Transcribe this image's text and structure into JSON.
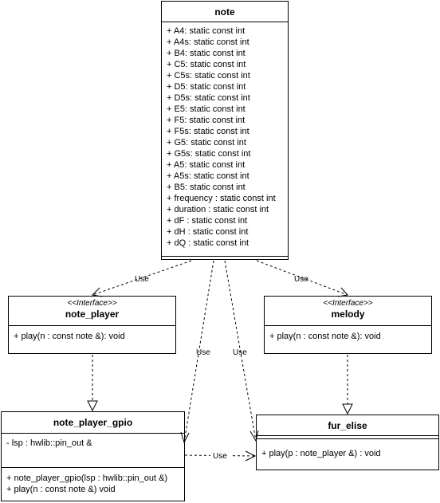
{
  "classes": {
    "note": {
      "name": "note",
      "attributes": [
        "+ A4: static const int",
        "+ A4s: static const int",
        "+ B4: static const int",
        "+ C5: static const int",
        "+ C5s: static const int",
        "+ D5: static const int",
        "+ D5s: static const int",
        "+ E5: static const int",
        "+ F5: static const int",
        "+ F5s: static const int",
        "+ G5: static const int",
        "+ G5s: static const int",
        "+ A5: static const int",
        "+ A5s: static const int",
        "+ B5: static const int",
        "+ frequency : static const int",
        "+ duration : static const int",
        "+ dF : static const int",
        "+ dH : static const int",
        "+ dQ : static const int"
      ]
    },
    "note_player": {
      "stereotype": "<<Interface>>",
      "name": "note_player",
      "methods": [
        "+ play(n : const note &): void"
      ]
    },
    "melody": {
      "stereotype": "<<Interface>>",
      "name": "melody",
      "methods": [
        "+ play(n : const note &): void"
      ]
    },
    "note_player_gpio": {
      "name": "note_player_gpio",
      "attributes": [
        "- lsp : hwlib::pin_out &"
      ],
      "methods": [
        "+ note_player_gpio(lsp : hwlib::pin_out &)",
        "+ play(n : const note &) void"
      ]
    },
    "fur_elise": {
      "name": "fur_elise",
      "methods": [
        "+ play(p : note_player &) : void"
      ]
    }
  },
  "relations": {
    "use_label": "Use"
  }
}
